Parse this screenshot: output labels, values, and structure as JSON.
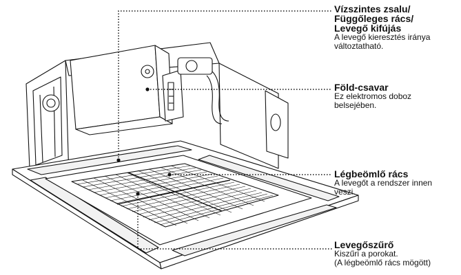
{
  "labels": {
    "louver": {
      "title_lines": [
        "Vízszintes zsalu/",
        "Függőleges rács/",
        "Levegő kifújás"
      ],
      "desc_lines": [
        "A levegő kieresztés iránya",
        "változtatható."
      ]
    },
    "earth_screw": {
      "title_lines": [
        "Föld-csavar"
      ],
      "desc_lines": [
        "Ez elektromos doboz",
        "belsejében."
      ]
    },
    "intake_grille": {
      "title_lines": [
        "Légbeömlő rács"
      ],
      "desc_lines": [
        "A levegőt a rendszer innen",
        "veszi."
      ]
    },
    "air_filter": {
      "title_lines": [
        "Levegőszűrő"
      ],
      "desc_lines": [
        "Kiszűri a porokat.",
        "(A légbeömlő rács mögött)"
      ]
    }
  }
}
